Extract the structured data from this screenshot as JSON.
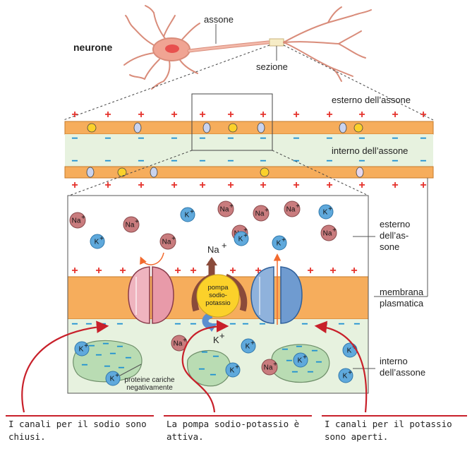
{
  "labels": {
    "neurone": "neurone",
    "assone": "assone",
    "sezione": "sezione",
    "esterno_top": "esterno dell’assone",
    "interno_top": "interno dell’assone",
    "esterno_main": [
      "esterno",
      "dell’as-",
      "sone"
    ],
    "membrana": [
      "membrana",
      "plasmatica"
    ],
    "interno_main": [
      "interno",
      "dell’assone"
    ],
    "pump": [
      "pompa",
      "sodio-",
      "potassio"
    ],
    "proteins": [
      "proteine cariche",
      "negativamente"
    ],
    "na_big": "Na",
    "k_big": "K"
  },
  "ions": {
    "na": "Na",
    "k": "K",
    "charge_plus": "+",
    "charge_minus": "−"
  },
  "captions": [
    "I canali per il sodio sono chiusi.",
    "La pompa sodio-potassio è attiva.",
    "I canali per il potassio sono aperti."
  ],
  "colors": {
    "membrane": "#f6ad5c",
    "membrane_edge": "#c77a2a",
    "interior": "#e7f2df",
    "plus": "#e5312b",
    "minus": "#1b8fd2",
    "na_ion": "#c97c7e",
    "k_ion": "#5fa9dc",
    "pump": "#fbd12a",
    "accent_red": "#c8202a"
  }
}
